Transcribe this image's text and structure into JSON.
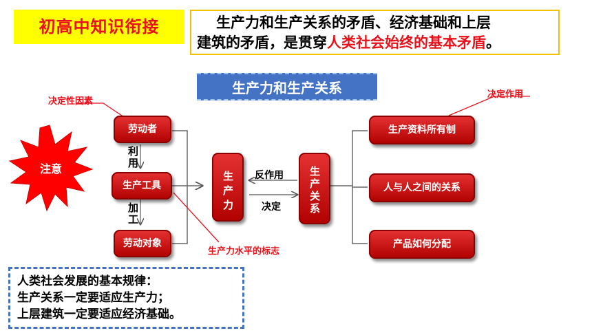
{
  "header": {
    "badge": "初高中知识衔接",
    "intro_line1": "生产力和生产关系的矛盾、经济基础和上层",
    "intro_line2_prefix": "建筑的矛盾，是贯穿",
    "intro_line2_highlight": "人类社会始终的基本矛盾",
    "intro_line2_suffix": "。"
  },
  "banner": "生产力和生产关系",
  "starburst": "注意",
  "left_boxes": [
    "劳动者",
    "生产工具",
    "劳动对象"
  ],
  "left_connectors": [
    "利用",
    "加工"
  ],
  "labels": {
    "decisive_factor": "决定性因素",
    "productivity_mark": "生产力水平的标志",
    "decisive_role": "决定作用",
    "reaction": "反作用",
    "decide": "决定"
  },
  "center_boxes": {
    "productivity": "生产力",
    "relations": "生产关系"
  },
  "right_boxes": [
    "生产资料所有制",
    "人与人之间的关系",
    "产品如何分配"
  ],
  "summary": [
    "人类社会发展的基本规律：",
    "生产关系一定要适应生产力；",
    "上层建筑一定要适应经济基础。"
  ]
}
